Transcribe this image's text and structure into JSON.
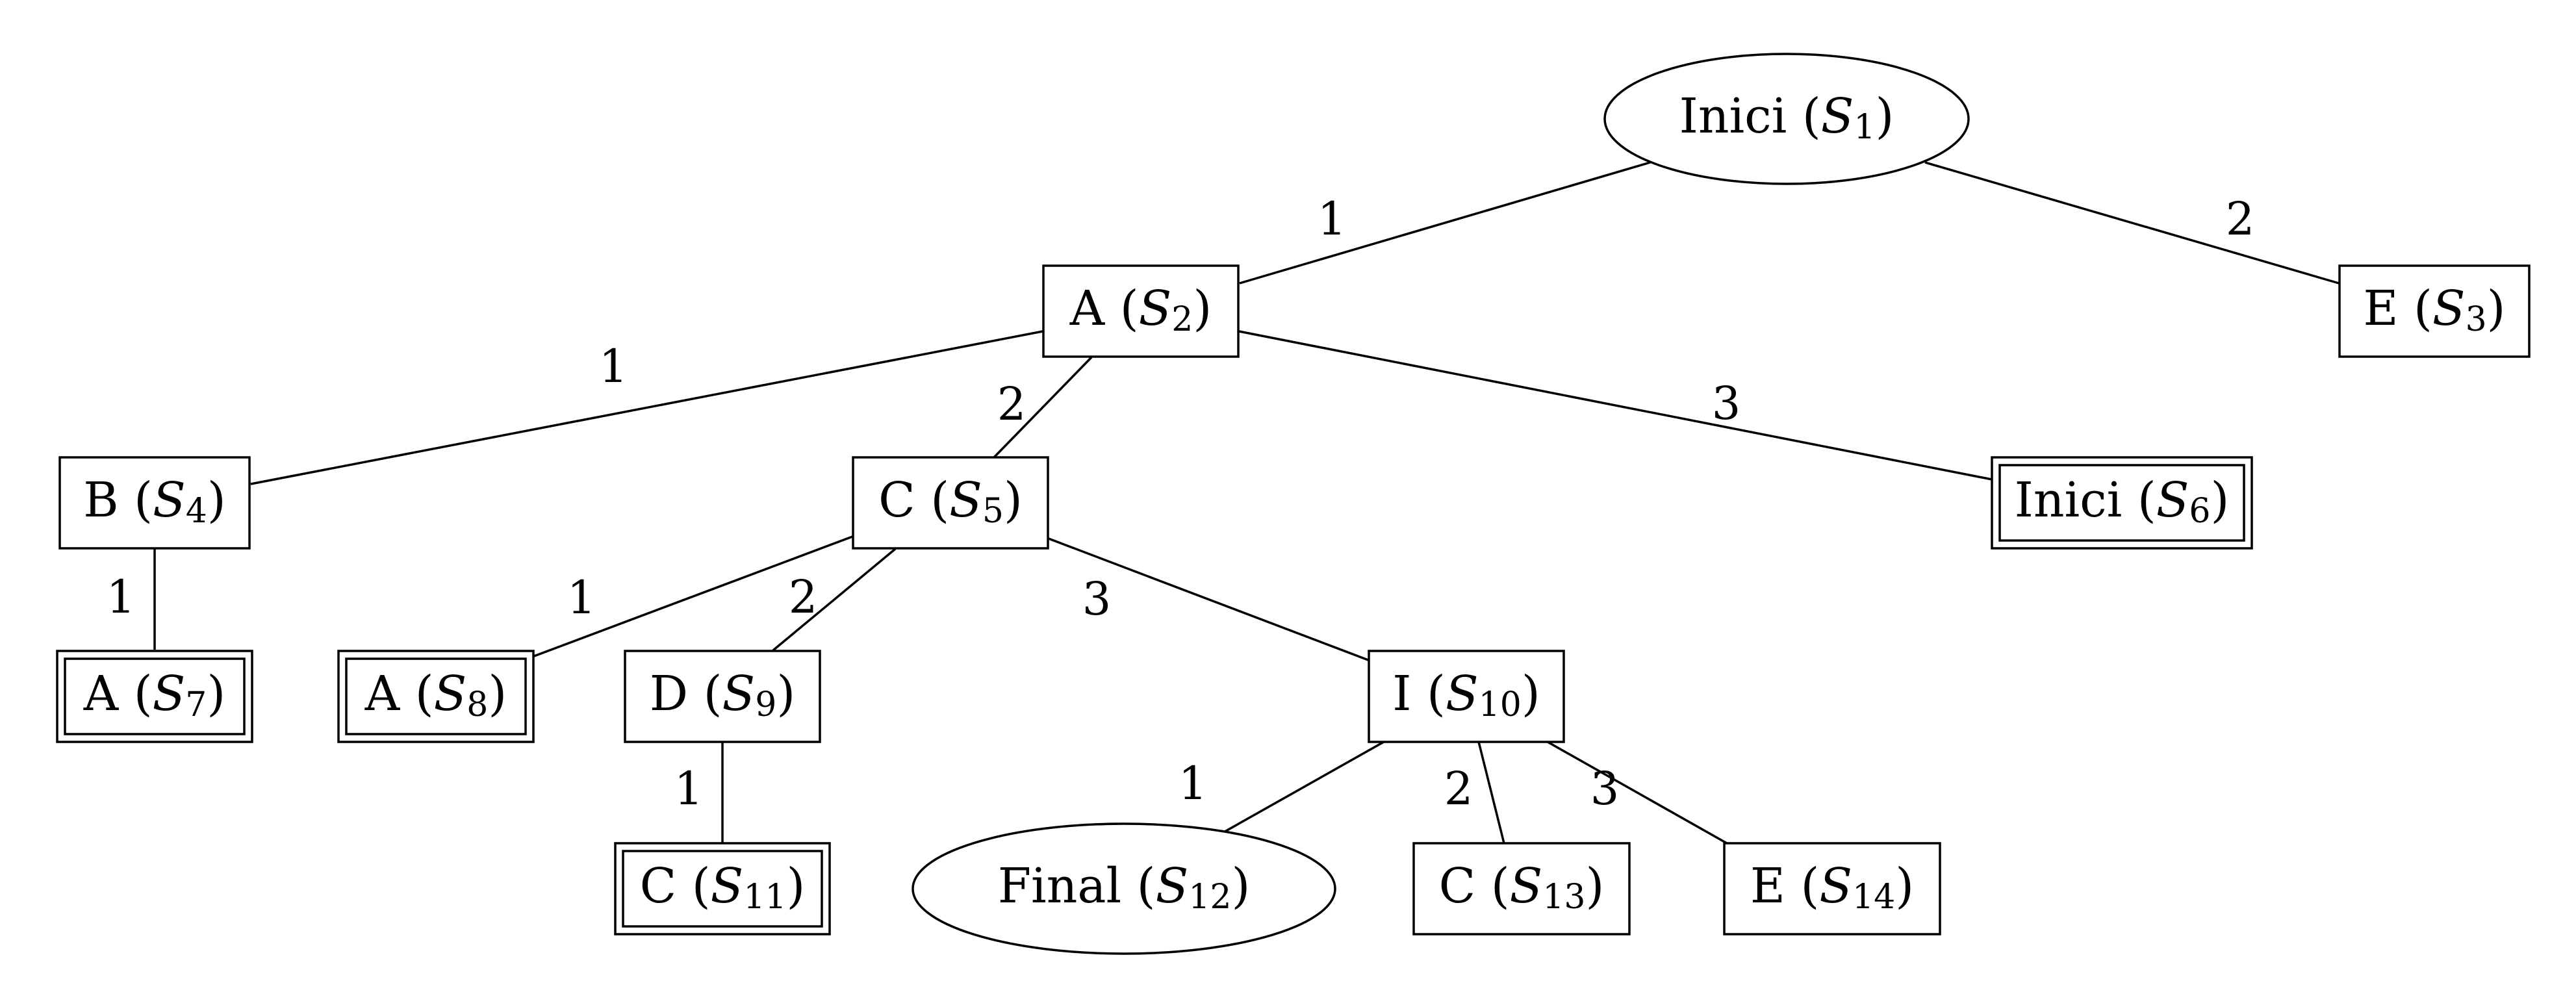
{
  "nodes": [
    {
      "id": "S1",
      "label": "Inici",
      "sub": "1",
      "shape": "ellipse"
    },
    {
      "id": "S2",
      "label": "A",
      "sub": "2",
      "shape": "box"
    },
    {
      "id": "S3",
      "label": "E",
      "sub": "3",
      "shape": "box"
    },
    {
      "id": "S4",
      "label": "B",
      "sub": "4",
      "shape": "box"
    },
    {
      "id": "S5",
      "label": "C",
      "sub": "5",
      "shape": "box"
    },
    {
      "id": "S6",
      "label": "Inici",
      "sub": "6",
      "shape": "double-box"
    },
    {
      "id": "S7",
      "label": "A",
      "sub": "7",
      "shape": "double-box"
    },
    {
      "id": "S8",
      "label": "A",
      "sub": "8",
      "shape": "double-box"
    },
    {
      "id": "S9",
      "label": "D",
      "sub": "9",
      "shape": "box"
    },
    {
      "id": "S10",
      "label": "I",
      "sub": "10",
      "shape": "box"
    },
    {
      "id": "S11",
      "label": "C",
      "sub": "11",
      "shape": "double-box"
    },
    {
      "id": "S12",
      "label": "Final",
      "sub": "12",
      "shape": "ellipse"
    },
    {
      "id": "S13",
      "label": "C",
      "sub": "13",
      "shape": "box"
    },
    {
      "id": "S14",
      "label": "E",
      "sub": "14",
      "shape": "box"
    }
  ],
  "edges": [
    {
      "from": "S1",
      "to": "S2",
      "label": "1"
    },
    {
      "from": "S1",
      "to": "S3",
      "label": "2"
    },
    {
      "from": "S2",
      "to": "S4",
      "label": "1"
    },
    {
      "from": "S2",
      "to": "S5",
      "label": "2"
    },
    {
      "from": "S2",
      "to": "S6",
      "label": "3"
    },
    {
      "from": "S4",
      "to": "S7",
      "label": "1"
    },
    {
      "from": "S5",
      "to": "S8",
      "label": "1"
    },
    {
      "from": "S5",
      "to": "S9",
      "label": "2"
    },
    {
      "from": "S5",
      "to": "S10",
      "label": "3"
    },
    {
      "from": "S9",
      "to": "S11",
      "label": "1"
    },
    {
      "from": "S10",
      "to": "S12",
      "label": "1"
    },
    {
      "from": "S10",
      "to": "S13",
      "label": "2"
    },
    {
      "from": "S10",
      "to": "S14",
      "label": "3"
    }
  ]
}
